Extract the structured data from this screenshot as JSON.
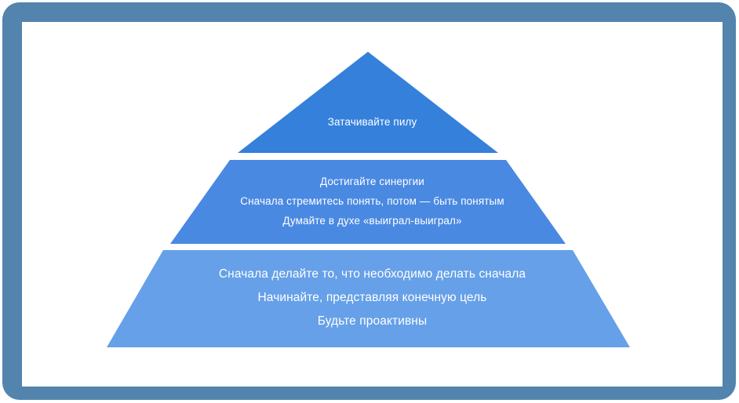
{
  "slide": {
    "frame_color": "#5284ad",
    "background_color": "#ffffff"
  },
  "diagram": {
    "type": "pyramid",
    "tiers": [
      {
        "id": "top",
        "shape": "triangle",
        "fill": "#3480db",
        "lines": [
          "Затачивайте пилу"
        ]
      },
      {
        "id": "middle",
        "shape": "trapezoid",
        "fill": "#4a89e2",
        "lines": [
          "Достигайте синергии",
          "Сначала стремитесь понять, потом — быть понятым",
          "Думайте в духе «выиграл-выиграл»"
        ]
      },
      {
        "id": "bottom",
        "shape": "trapezoid",
        "fill": "#66a0e8",
        "lines": [
          "Сначала делайте то, что необходимо делать сначала",
          "Начинайте, представляя конечную цель",
          "Будьте проактивны"
        ]
      }
    ]
  }
}
